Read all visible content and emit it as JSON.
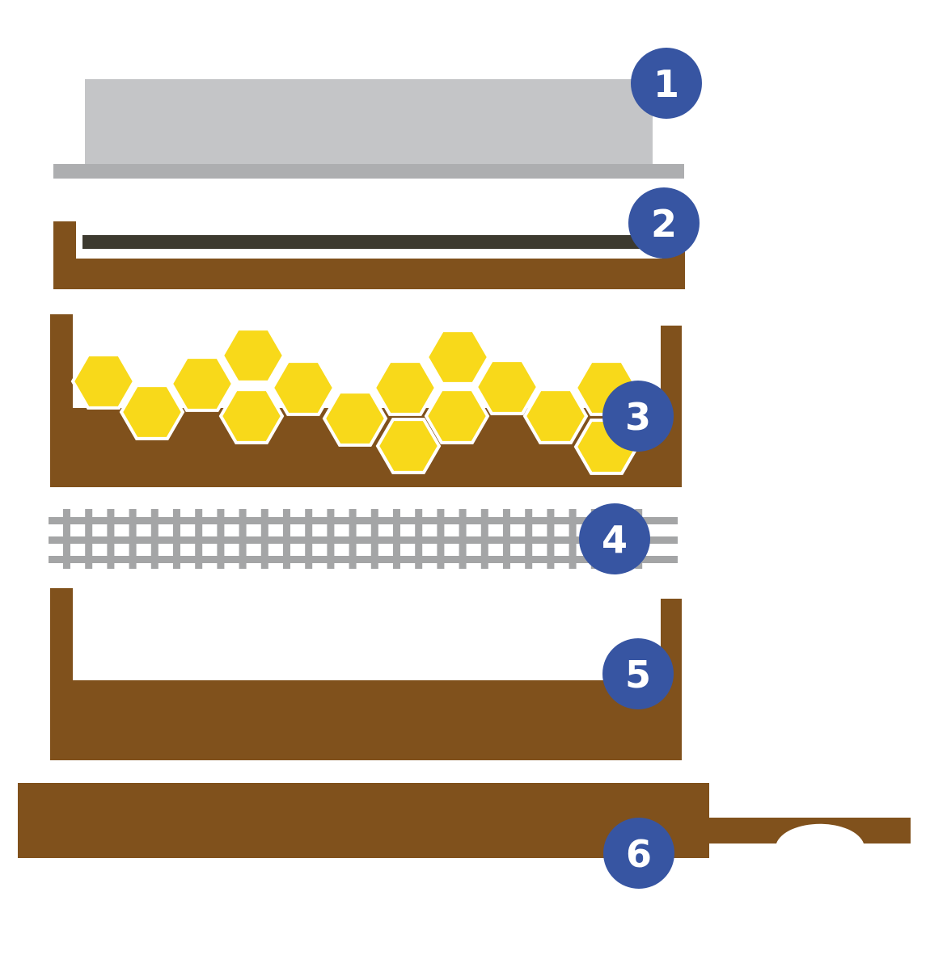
{
  "colors": {
    "background": "#ffffff",
    "wood": "#80511c",
    "cover_light": "#c4c5c7",
    "cover_dark": "#adaeb0",
    "inner_bar": "#3d3a2f",
    "honeycomb": "#f8d91a",
    "excluder_grid": "#a4a5a6",
    "badge": "#3755a2",
    "badge_text": "#ffffff"
  },
  "labels": {
    "outer_cover": "1",
    "inner_cover": "2",
    "honey_super": "3",
    "queen_excluder": "4",
    "brood_box": "5",
    "bottom_board": "6"
  }
}
